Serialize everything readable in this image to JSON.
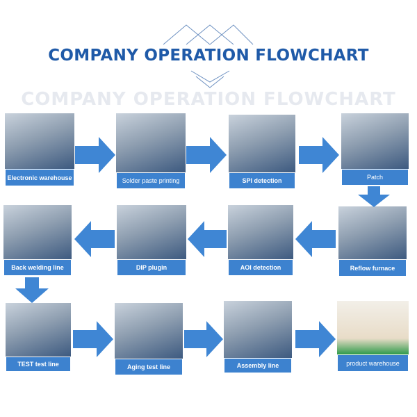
{
  "header": {
    "title": "COMPANY OPERATION FLOWCHART",
    "ghost_title": "COMPANY OPERATION FLOWCHART"
  },
  "steps": [
    {
      "label": "Electronic warehouse"
    },
    {
      "label": "Solder paste printing"
    },
    {
      "label": "SPI detection"
    },
    {
      "label": "Patch"
    },
    {
      "label": "Reflow furnace"
    },
    {
      "label": "AOI detection"
    },
    {
      "label": "DIP plugin"
    },
    {
      "label": "Back welding line"
    },
    {
      "label": "TEST test line"
    },
    {
      "label": "Aging test line"
    },
    {
      "label": "Assembly line"
    },
    {
      "label": "product warehouse"
    }
  ],
  "colors": {
    "title": "#1f5aa8",
    "label_bg": "#3d82cf",
    "arrow": "#3f86d4"
  }
}
